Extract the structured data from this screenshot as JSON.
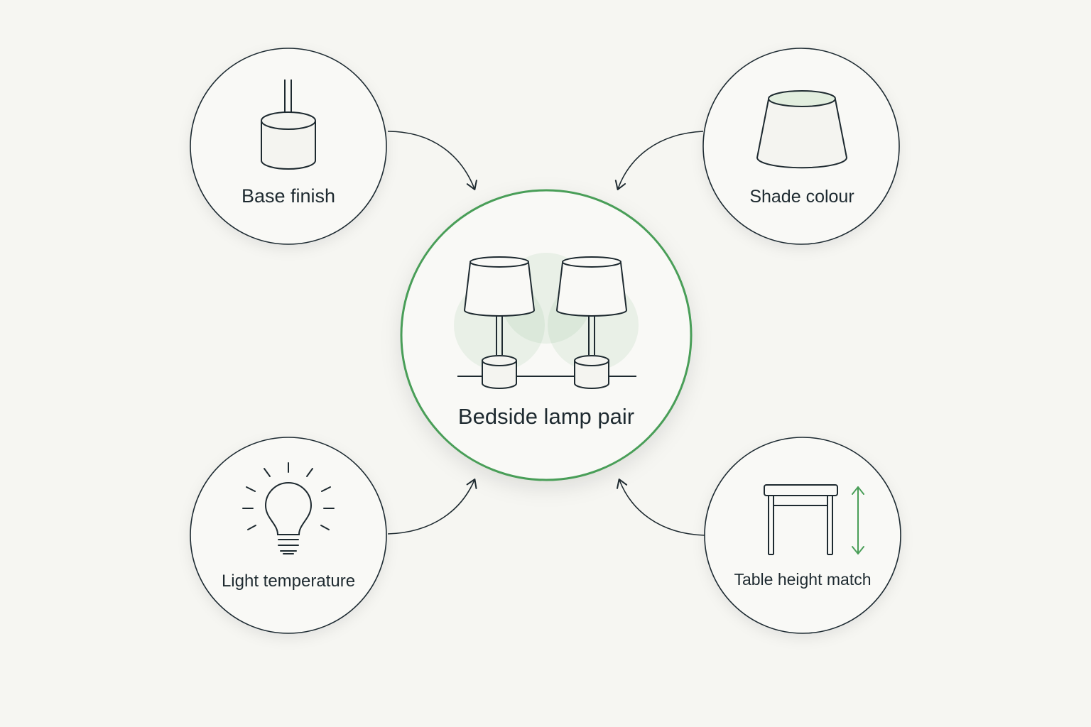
{
  "diagram": {
    "center": {
      "label": "Bedside lamp pair",
      "icon": "lamp-pair-icon"
    },
    "factors": [
      {
        "label": "Base finish",
        "icon": "lamp-base-icon"
      },
      {
        "label": "Shade colour",
        "icon": "lamp-shade-icon"
      },
      {
        "label": "Light temperature",
        "icon": "light-bulb-icon"
      },
      {
        "label": "Table height match",
        "icon": "table-height-icon"
      }
    ]
  },
  "colors": {
    "accent_green": "#4a9e58",
    "line_dark": "#1e2a30",
    "background": "#f6f6f2",
    "circle_fill": "#f9f9f6"
  }
}
